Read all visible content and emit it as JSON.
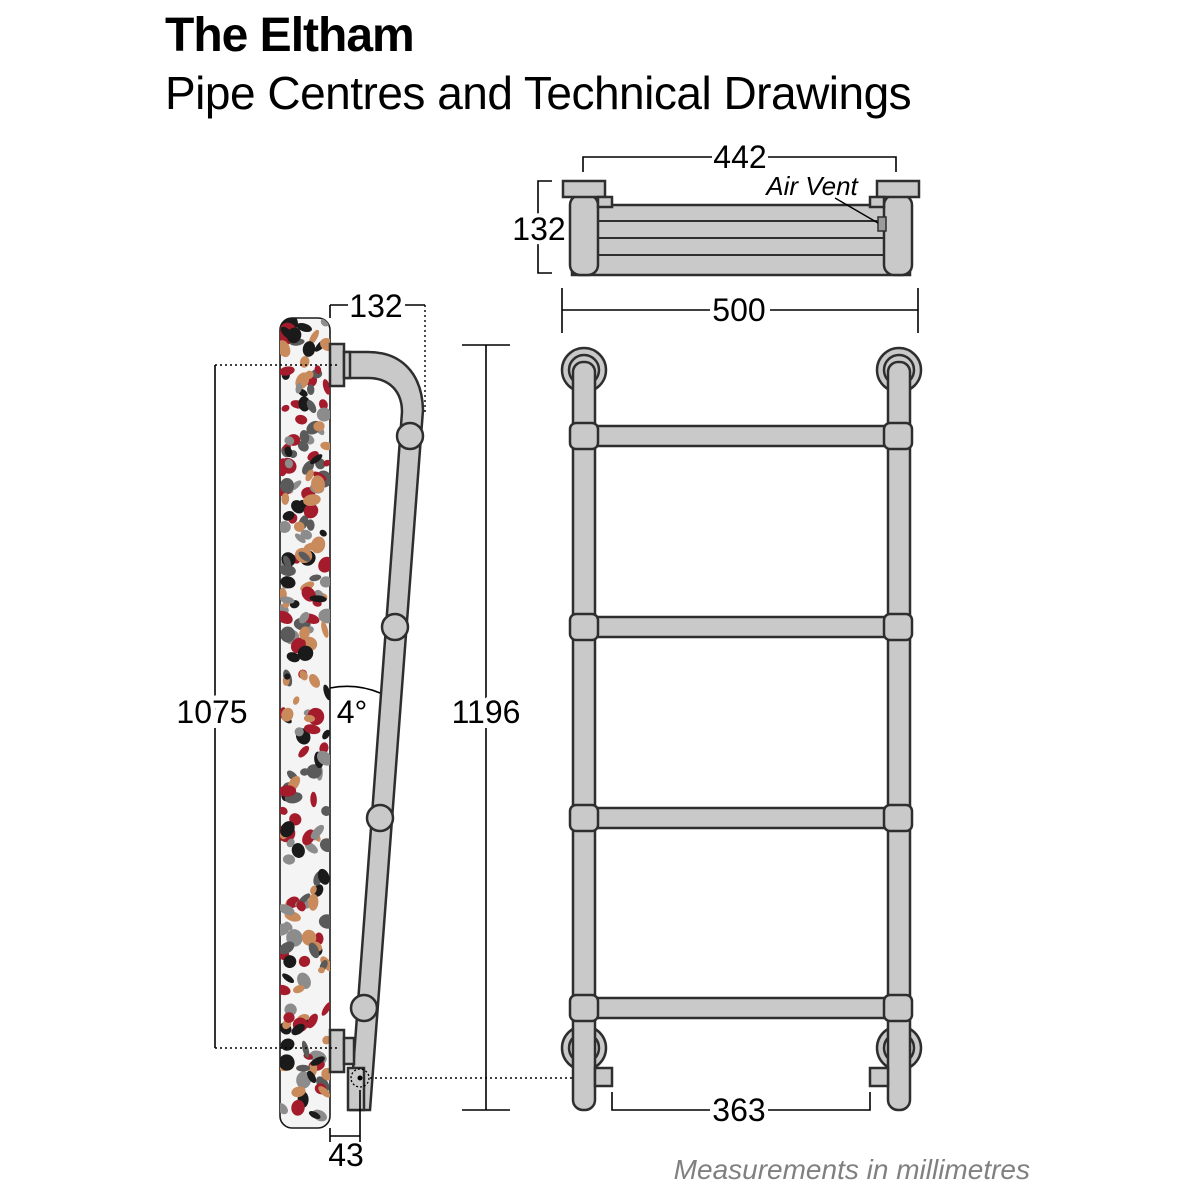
{
  "title": "The Eltham",
  "subtitle": "Pipe Centres and Technical Drawings",
  "footnote": "Measurements in millimetres",
  "dimensions": {
    "top_width": "442",
    "top_depth": "132",
    "air_vent_label": "Air Vent",
    "overall_width": "500",
    "side_projection": "132",
    "pipe_centres_vertical": "1075",
    "angle": "4°",
    "overall_height": "1196",
    "pipe_centres_horizontal": "363",
    "wall_offset": "43"
  },
  "colors": {
    "metal": "#c9c9c9",
    "outline": "#2e2e2e",
    "wall_spots": [
      "#a41c2b",
      "#c98a5c",
      "#5a5a5a",
      "#1a1a1a",
      "#8c8c8c"
    ],
    "footnote": "#808080"
  }
}
